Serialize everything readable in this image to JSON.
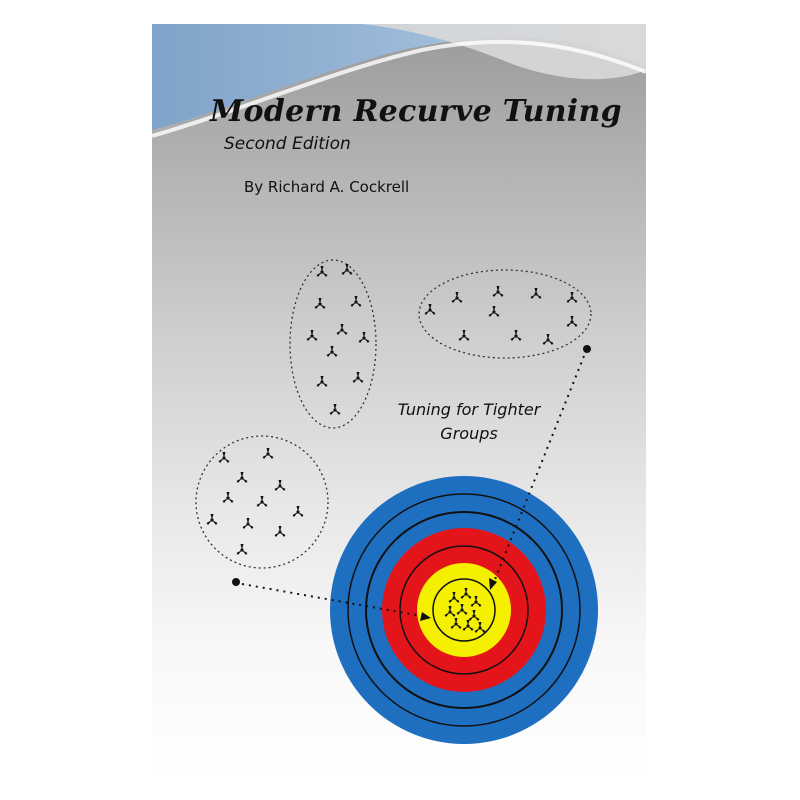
{
  "book": {
    "title": "Modern Recurve Tuning",
    "edition": "Second Edition",
    "author": "By Richard A. Cockrell",
    "tagline_line1": "Tuning for Tighter",
    "tagline_line2": "Groups"
  },
  "colors": {
    "target_blue": "#1e6fc0",
    "target_red": "#e4141b",
    "target_yellow": "#f5f000",
    "banner_blue": "#8fb2d6",
    "cover_gray": "#b4b4b4"
  },
  "icons": {
    "arrow_group": "three-vane-arrow-icon",
    "target": "archery-target-icon"
  }
}
